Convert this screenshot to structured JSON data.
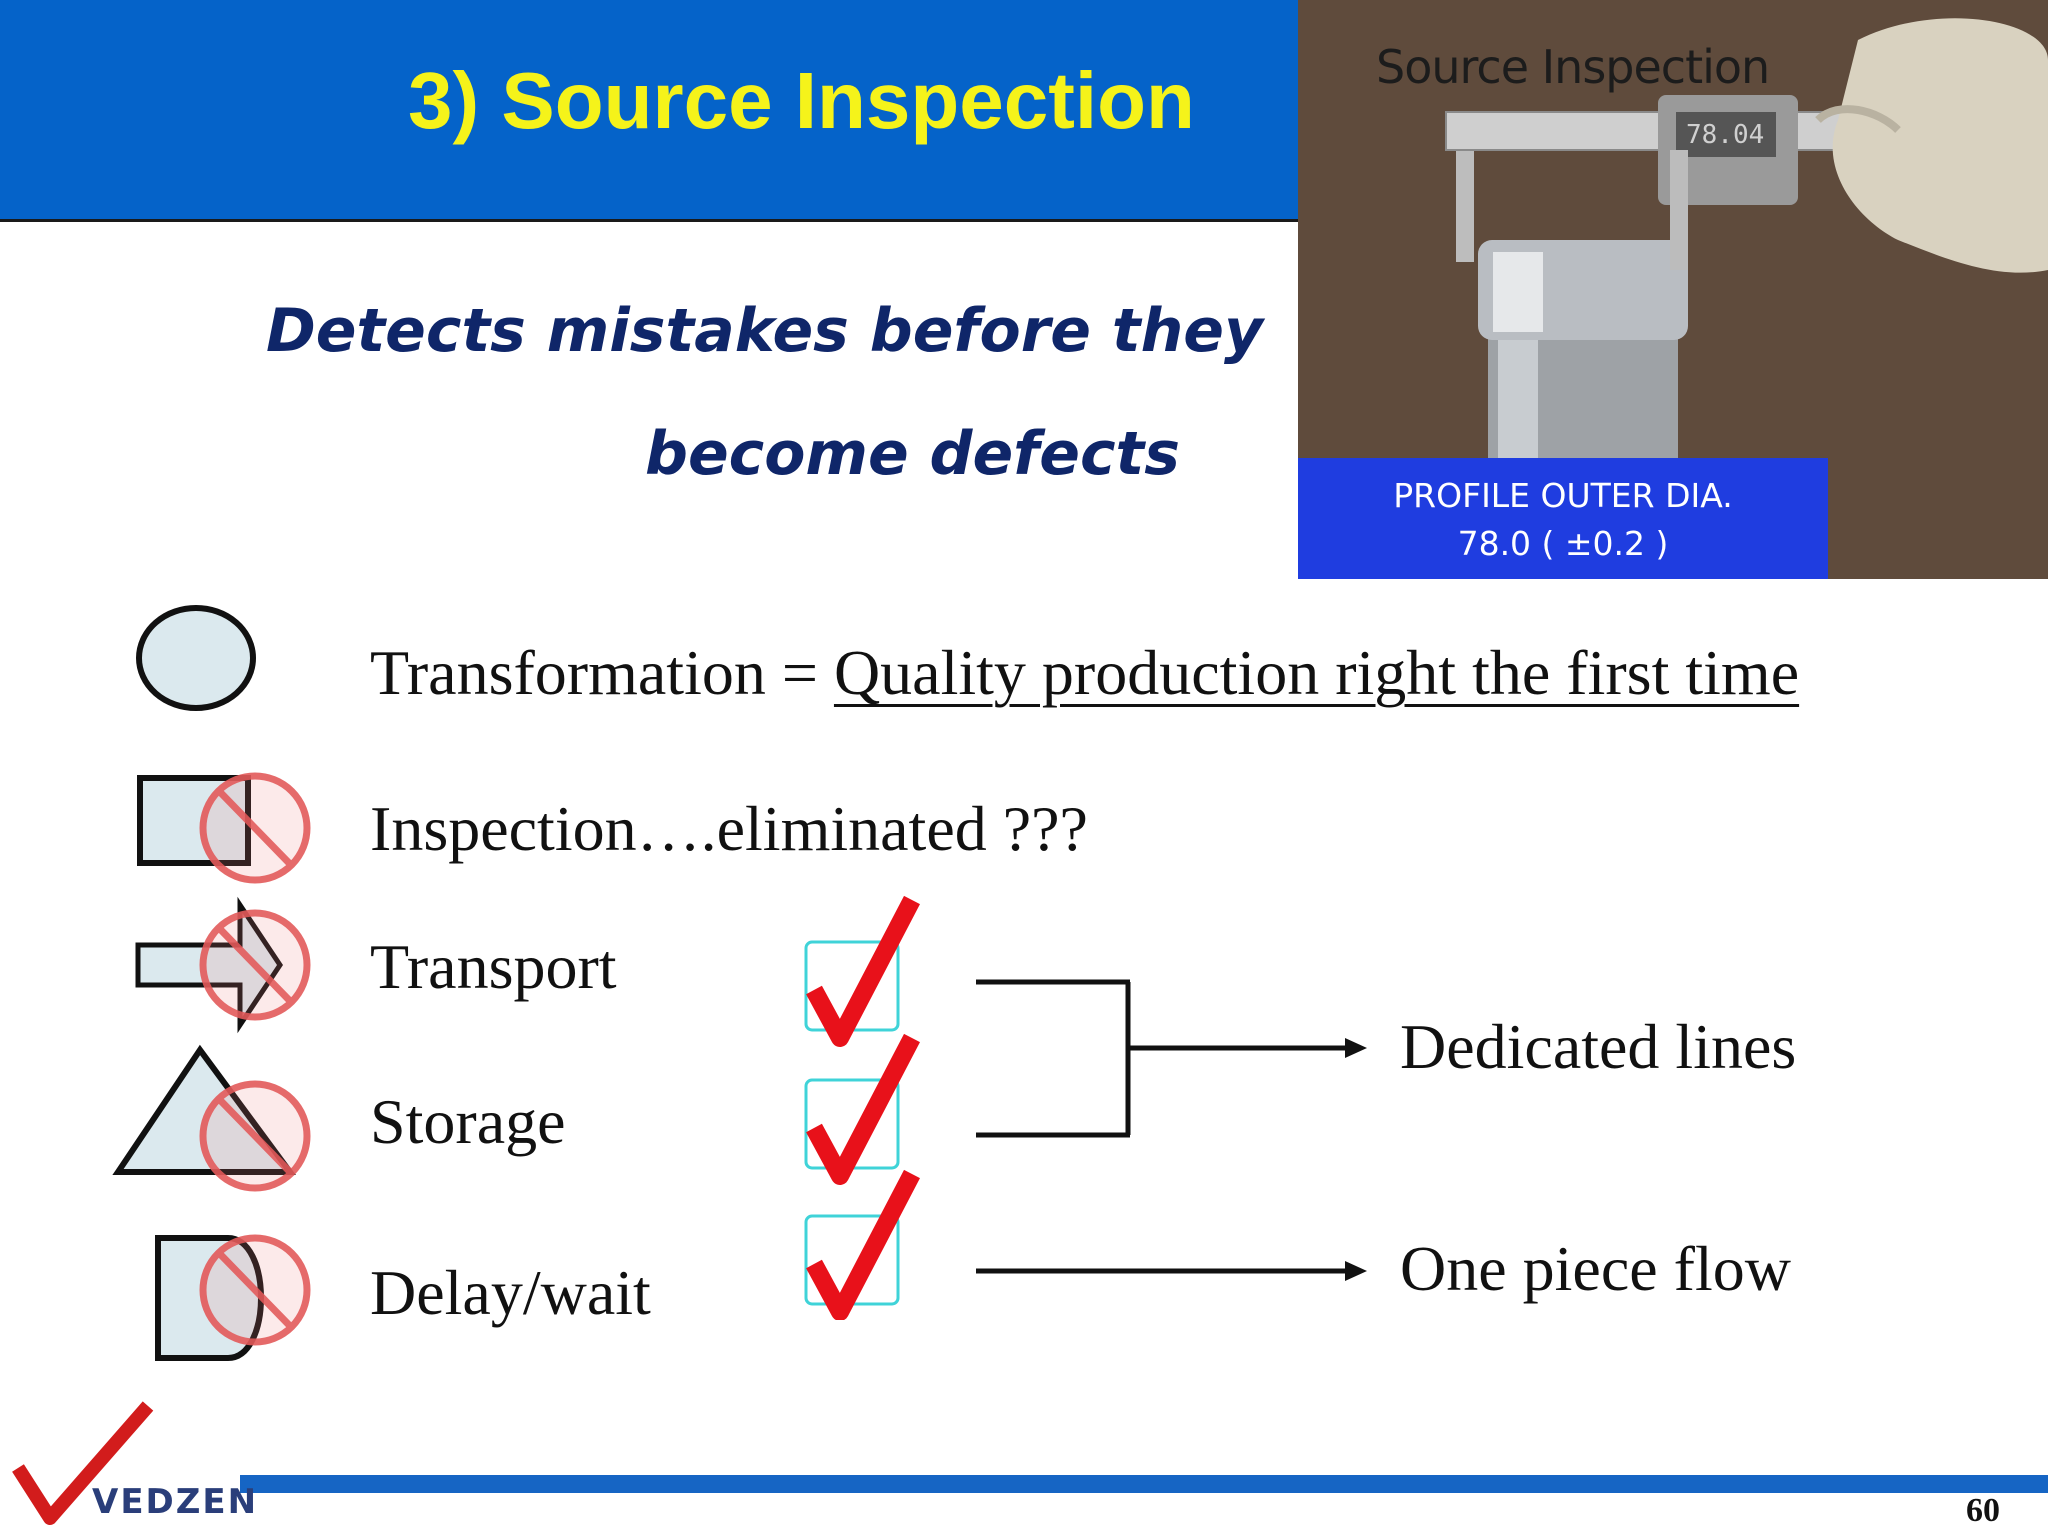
{
  "slide": {
    "title": "3) Source Inspection",
    "subtitle_line1": "Detects mistakes before they",
    "subtitle_line2": "become defects",
    "page_number": "60"
  },
  "photo": {
    "caption_top": "Source Inspection",
    "banner_line1": "PROFILE OUTER DIA.",
    "banner_line2": "78.0 ( ±0.2 )",
    "caliper_readout": "78.04"
  },
  "rows": {
    "transformation_prefix": "Transformation = ",
    "transformation_underlined": "Quality production right the first time",
    "inspection": "Inspection….eliminated ???",
    "transport": "Transport",
    "storage": "Storage",
    "delay": "Delay/wait"
  },
  "outcomes": {
    "dedicated": "Dedicated lines",
    "one_piece": "One piece flow"
  },
  "logo": {
    "name": "VEDZEN"
  },
  "colors": {
    "title_bar": "#0563c9",
    "title_text": "#f5f31a",
    "subtitle": "#0f2669",
    "check_red": "#e8111a",
    "check_box": "#3fd3d8",
    "prohibit_red": "#e35a5a",
    "symbol_fill": "#dbe9ee"
  }
}
